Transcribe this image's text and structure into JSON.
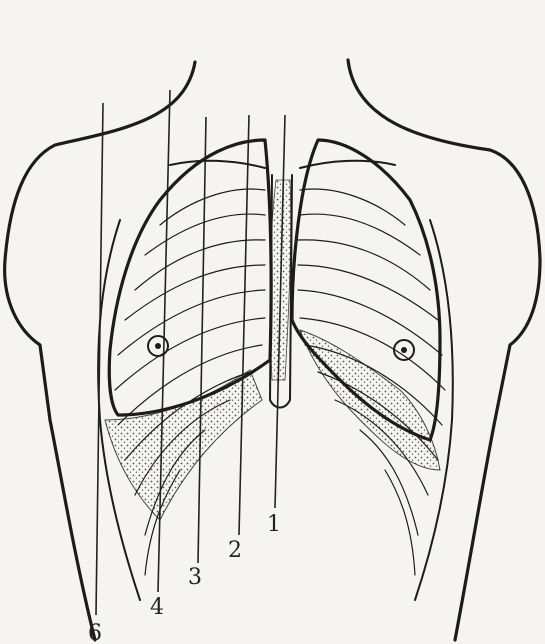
{
  "labels": [
    {
      "id": "line-1",
      "text": "1"
    },
    {
      "id": "line-2",
      "text": "2"
    },
    {
      "id": "line-3",
      "text": "3"
    },
    {
      "id": "line-4",
      "text": "4"
    },
    {
      "id": "line-6",
      "text": "6"
    }
  ],
  "colors": {
    "paper": "#f6f4f0",
    "ink": "#1c1c1c",
    "stipple": "#555555"
  }
}
